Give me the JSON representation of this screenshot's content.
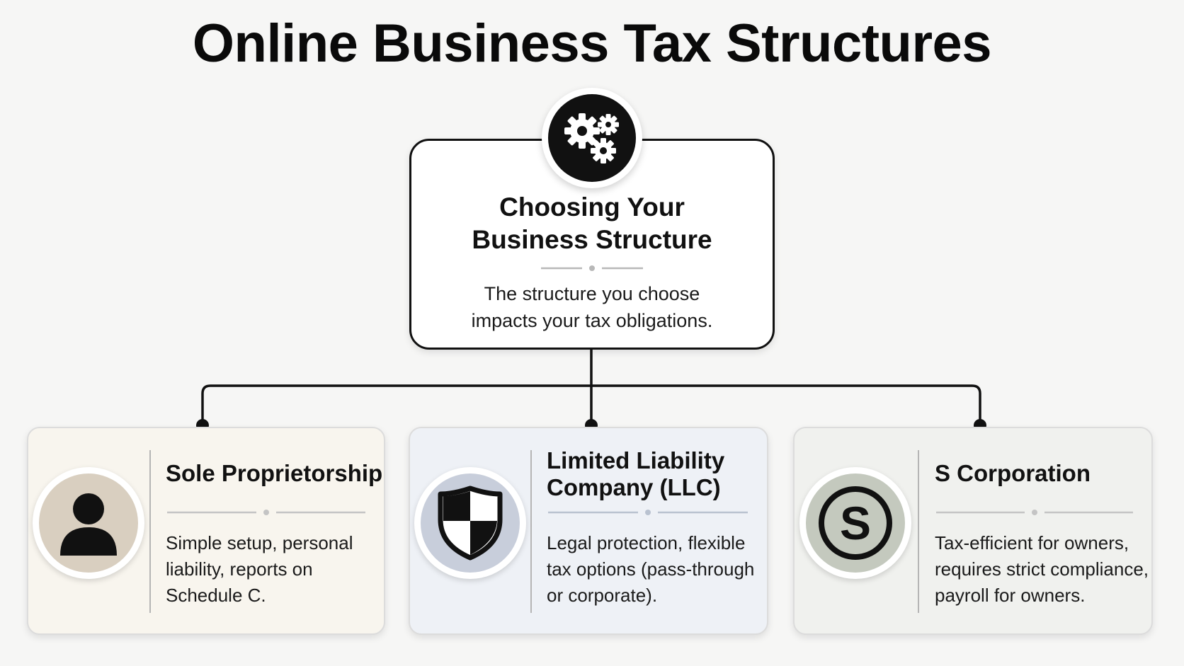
{
  "title": "Online Business Tax Structures",
  "root": {
    "icon": "gears-icon",
    "title_line1": "Choosing Your",
    "title_line2": "Business Structure",
    "text_line1": "The structure you choose",
    "text_line2": "impacts your tax obligations."
  },
  "cards": [
    {
      "icon": "person-icon",
      "title_line1": "Sole Proprietorship",
      "text_lines": [
        "Simple setup, personal",
        "liability, reports on",
        "Schedule C."
      ],
      "icon_bg": "#d9cfc0",
      "card_bg": "#f8f5ee"
    },
    {
      "icon": "shield-icon",
      "title_line1": "Limited Liability",
      "title_line2": "Company (LLC)",
      "text_lines": [
        "Legal protection, flexible",
        "tax options (pass-through",
        "or corporate)."
      ],
      "icon_bg": "#c8cedb",
      "card_bg": "#eef1f6"
    },
    {
      "icon": "dollar-s-icon",
      "title_line1": "S Corporation",
      "text_lines": [
        "Tax-efficient for owners,",
        "requires strict compliance,",
        "payroll for owners."
      ],
      "icon_bg": "#c4c9be",
      "card_bg": "#f0f1ee"
    }
  ]
}
